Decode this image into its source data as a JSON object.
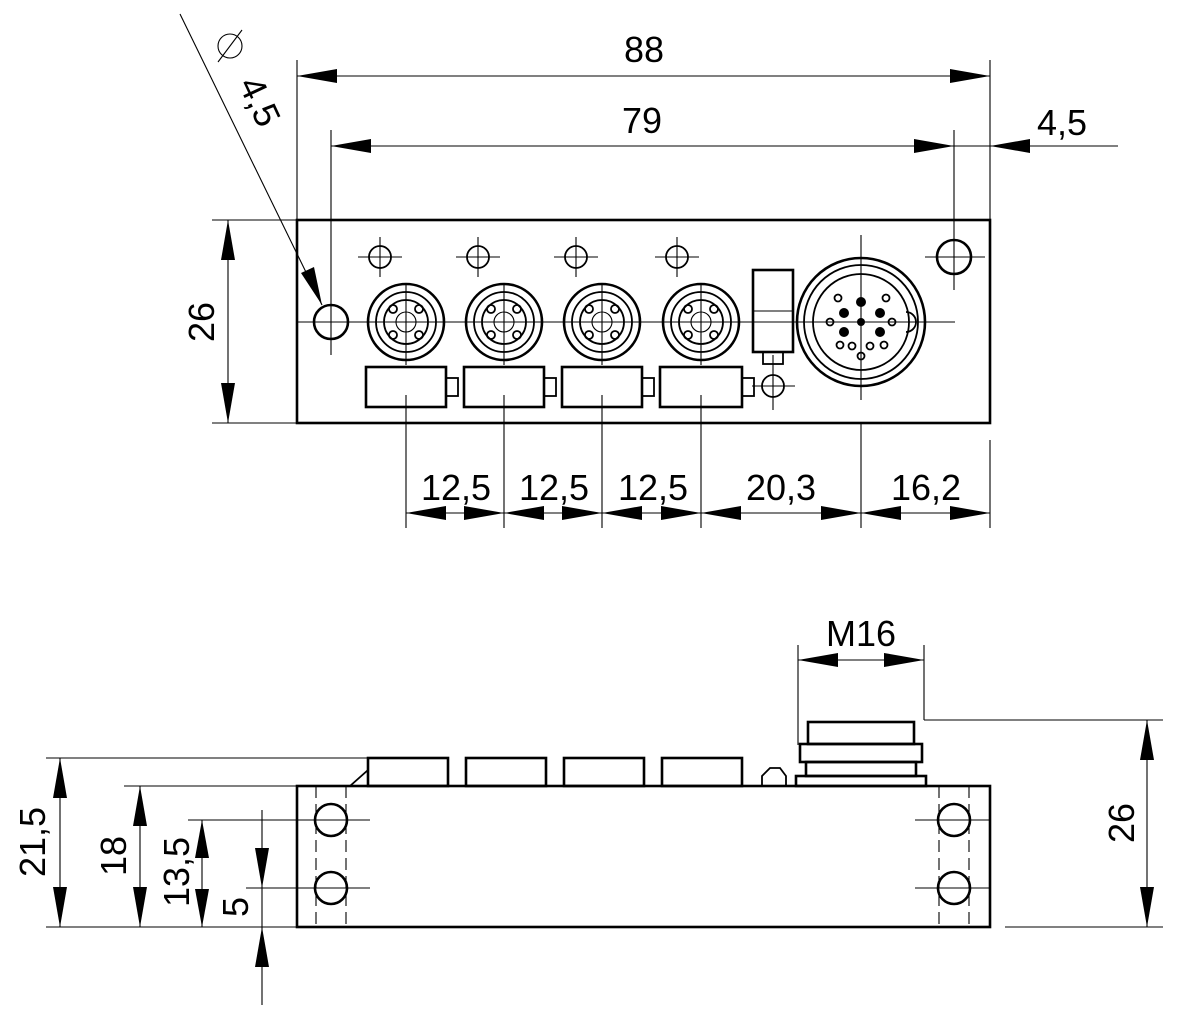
{
  "top_view": {
    "overall_width": "88",
    "hole_spacing": "79",
    "edge_offset": "4,5",
    "height": "26",
    "hole_diameter": "4,5",
    "pitch_1": "12,5",
    "pitch_2": "12,5",
    "pitch_3": "12,5",
    "pitch_4": "20,3",
    "pitch_5": "16,2"
  },
  "side_view": {
    "thread": "M16",
    "total_height": "26",
    "height_1": "21,5",
    "height_2": "18",
    "height_3": "13,5",
    "height_4": "5"
  }
}
